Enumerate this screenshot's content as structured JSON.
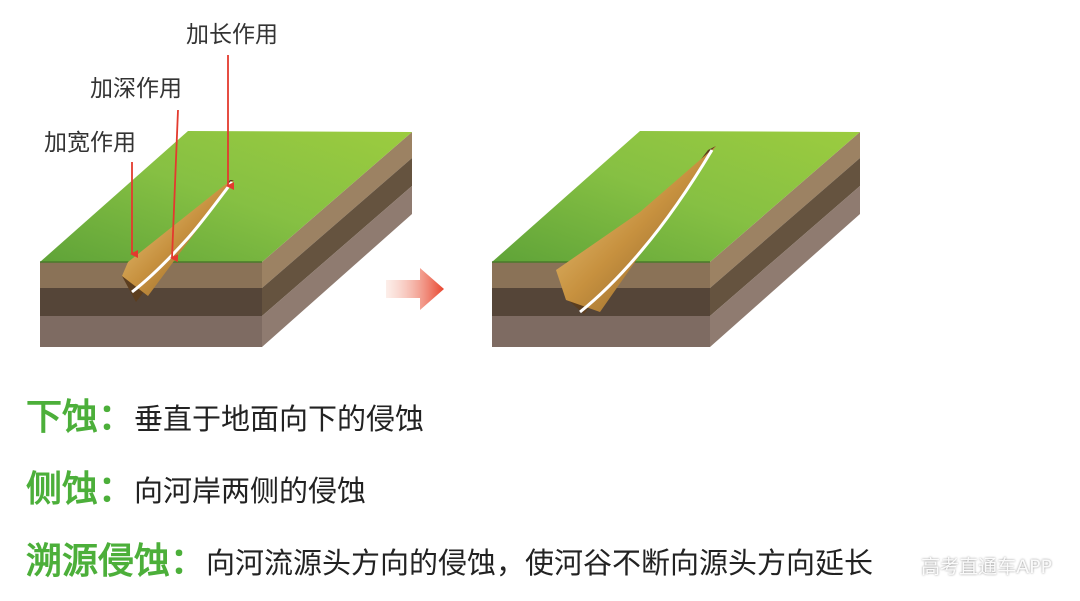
{
  "labels": {
    "lengthen": "加长作用",
    "deepen": "加深作用",
    "widen": "加宽作用"
  },
  "terms": [
    {
      "term": "下蚀：",
      "definition": "垂直于地面向下的侵蚀"
    },
    {
      "term": "侧蚀：",
      "definition": "向河岸两侧的侵蚀"
    },
    {
      "term": "溯源侵蚀：",
      "definition": "向河流源头方向的侵蚀，使河谷不断向源头方向延长"
    }
  ],
  "watermark": "高考直通车APP",
  "colors": {
    "term_green": "#4caf3a",
    "arrow_red": "#e33a2e",
    "grass": "#7cbd3e",
    "soil_top": "#8a7257",
    "soil_mid": "#5a4a3c",
    "soil_bottom": "#7d6a60"
  }
}
